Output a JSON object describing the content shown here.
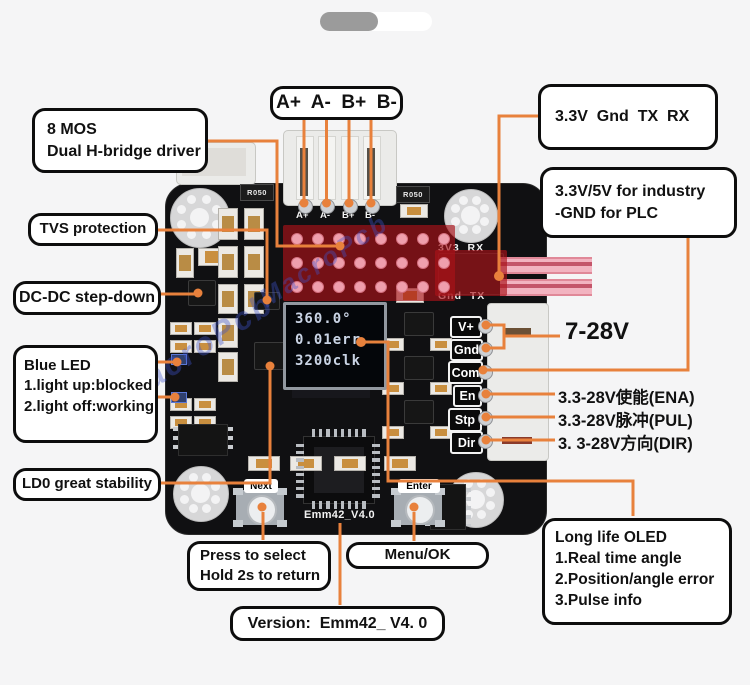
{
  "colors": {
    "background": "#f5f5f6",
    "accent": "#e8813c",
    "board": "#101012",
    "highlight_red": "rgba(170,18,24,0.66)",
    "oled_text": "#c9d3e4",
    "watermark": "rgba(62,84,205,0.38)"
  },
  "callouts": {
    "mos": {
      "line1": "8 MOS",
      "line2": "Dual H-bridge driver"
    },
    "phase": "A+  A-  B+  B-",
    "tvs": "TVS protection",
    "dcdc": "DC-DC step-down",
    "blue_led": {
      "line1": "Blue LED",
      "line2": "1.light up:blocked",
      "line3": "2.light off:working"
    },
    "ldo": "LD0 great stability",
    "serial": "3.3V  Gnd  TX  RX",
    "plc": {
      "line1": "3.3V/5V for industry",
      "line2": "-GND for PLC"
    },
    "power": "7-28V",
    "ena": "3.3-28V使能(ENA)",
    "pul": "3.3-28V脉冲(PUL)",
    "dir": "3. 3-28V方向(DIR)",
    "oled_info": {
      "line1": "Long life OLED",
      "line2": "1.Real time angle",
      "line3": "2.Position/angle error",
      "line4": "3.Pulse info"
    },
    "next_btn": {
      "line1": "Press to select",
      "line2": "Hold 2s to return"
    },
    "menu": "Menu/OK",
    "version": "Version:  Emm42_ V4. 0"
  },
  "board": {
    "oled": {
      "line1": "360.0°",
      "line2": "0.01err",
      "line3": "3200clk"
    },
    "phase_silk": [
      "A+",
      "A-",
      "B+",
      "B-"
    ],
    "serial_silk_top": "3V3  RX",
    "serial_silk_bottom": "Gnd  TX",
    "pins": [
      "V+",
      "Gnd",
      "Com",
      "En",
      "Stp",
      "Dir"
    ],
    "resistor_label": "R050",
    "next_label": "Next",
    "enter_label": "Enter",
    "model_silk": "Emm42_V4.0",
    "watermark": "MacroPcb"
  }
}
